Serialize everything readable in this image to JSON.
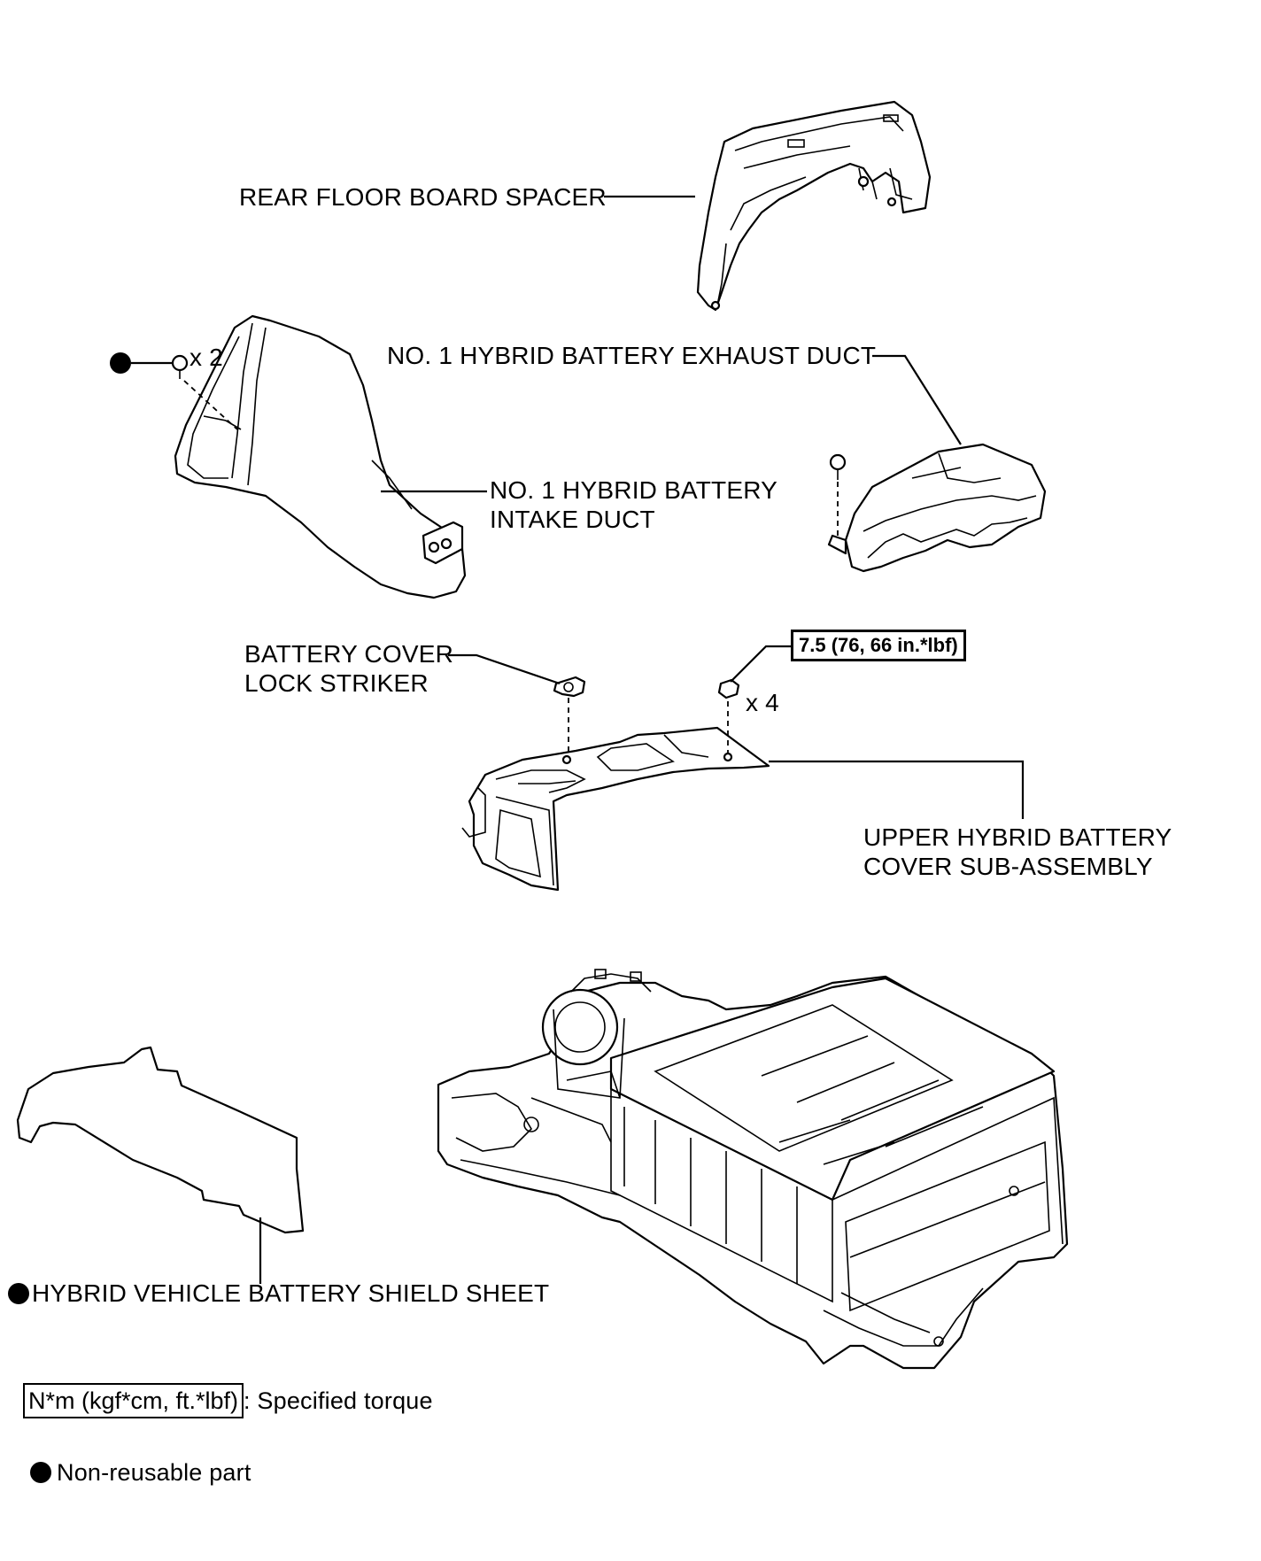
{
  "labels": {
    "rear_floor_board_spacer": "REAR FLOOR BOARD SPACER",
    "exhaust_duct": "NO. 1 HYBRID BATTERY EXHAUST DUCT",
    "intake_duct_line1": "NO. 1 HYBRID BATTERY",
    "intake_duct_line2": "INTAKE DUCT",
    "lock_striker_line1": "BATTERY COVER",
    "lock_striker_line2": "LOCK STRIKER",
    "upper_cover_line1": "UPPER HYBRID BATTERY",
    "upper_cover_line2": "COVER SUB-ASSEMBLY",
    "shield_sheet": "HYBRID VEHICLE BATTERY SHIELD SHEET"
  },
  "quantities": {
    "intake_clips": "x 2",
    "cover_nuts": "x 4"
  },
  "torque_spec": "7.5 (76, 66 in.*lbf)",
  "legend": {
    "torque_unit_box": "N*m (kgf*cm, ft.*lbf)",
    "torque_text": ": Specified torque",
    "non_reusable_text": "Non-reusable part"
  },
  "colors": {
    "line": "#000000",
    "background": "#ffffff"
  },
  "icons": {
    "non_reusable": "filled-circle"
  }
}
